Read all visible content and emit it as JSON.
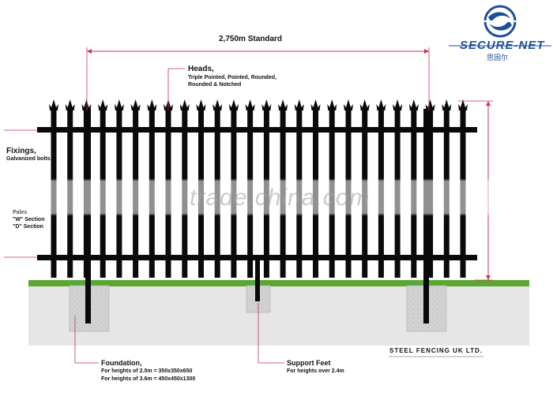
{
  "logo": {
    "name": "SECURE-NET",
    "chinese": "思固尔",
    "icon": "globe-icon",
    "colors": {
      "blue": "#1f4e9c",
      "grey": "#8a8a8a"
    }
  },
  "dimension": {
    "width_label": "2,750m Standard"
  },
  "heads": {
    "title": "Heads,",
    "line1": "Triple Pointed, Pointed, Rounded,",
    "line2": "Rounded & Notched"
  },
  "fixings": {
    "title": "Fixings,",
    "sub": "Galvanized bolts"
  },
  "rails": {
    "partial": "Pales",
    "w_section": "\"W\" Section",
    "d_section": "\"D\" Section"
  },
  "foundation": {
    "title": "Foundation,",
    "line1": "For heights of 2.0m = 350x350x650",
    "line2": "For heights of 3.6m = 450x450x1300"
  },
  "support": {
    "title": "Support Feet",
    "sub": "For heights over 2.4m"
  },
  "company": "STEEL FENCING UK LTD.",
  "watermark": "trade.china.com",
  "colors": {
    "fence": "#0a0a0a",
    "grass": "#5aa832",
    "ground": "#e8e8e8",
    "concrete": "#cfcfcf",
    "dimension_line": "#cc3355"
  }
}
